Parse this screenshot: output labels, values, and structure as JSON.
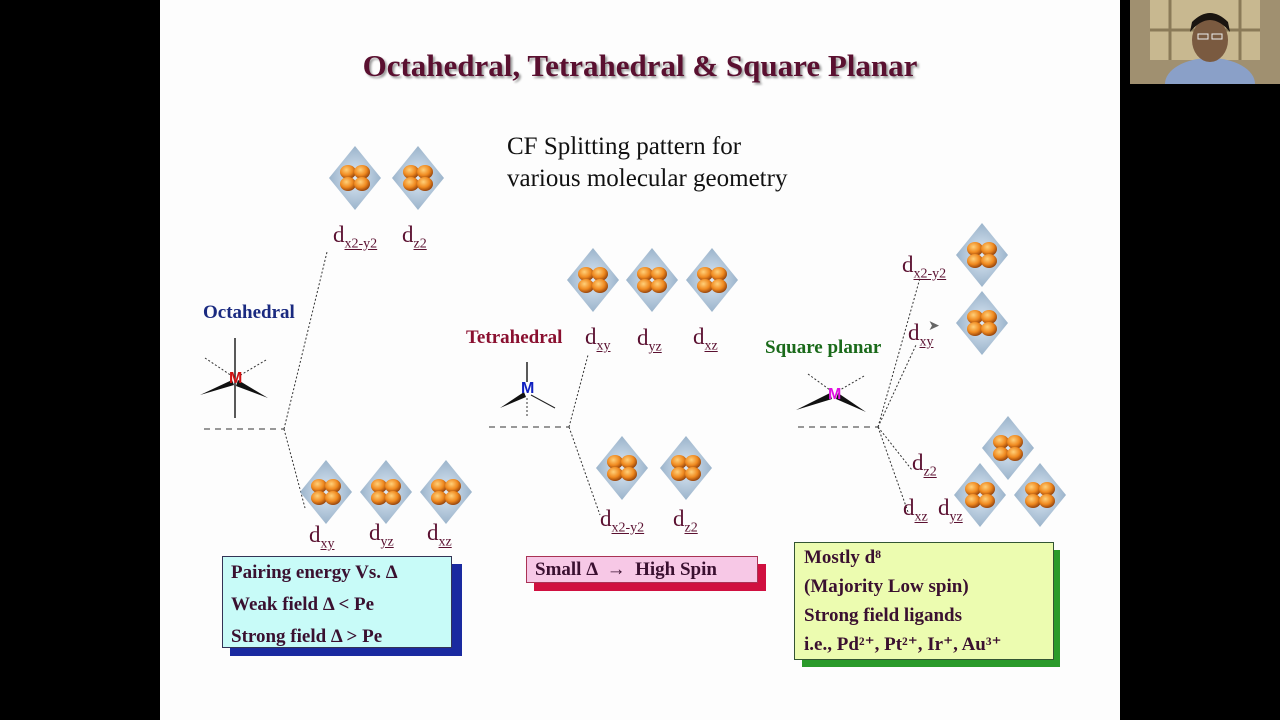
{
  "title": "Octahedral, Tetrahedral & Square Planar",
  "subtitle": [
    "CF Splitting pattern for",
    "various molecular geometry"
  ],
  "geometries": {
    "octahedral": "Octahedral",
    "tetrahedral": "Tetrahedral",
    "square_planar": "Square planar"
  },
  "metal_symbol": "M",
  "orbitals": {
    "oct_upper": [
      {
        "d": "d",
        "sub": "x2-y2"
      },
      {
        "d": "d",
        "sub": "z2"
      }
    ],
    "oct_lower": [
      {
        "d": "d",
        "sub": "xy"
      },
      {
        "d": "d",
        "sub": "yz"
      },
      {
        "d": "d",
        "sub": "xz"
      }
    ],
    "tet_upper": [
      {
        "d": "d",
        "sub": "xy"
      },
      {
        "d": "d",
        "sub": "yz"
      },
      {
        "d": "d",
        "sub": "xz"
      }
    ],
    "tet_lower": [
      {
        "d": "d",
        "sub": "x2-y2"
      },
      {
        "d": "d",
        "sub": "z2"
      }
    ],
    "sq": [
      {
        "d": "d",
        "sub": "x2-y2"
      },
      {
        "d": "d",
        "sub": "xy"
      },
      {
        "d": "d",
        "sub": "z2"
      },
      {
        "d": "d",
        "sub": "xz"
      },
      {
        "d": "d",
        "sub": "yz"
      }
    ]
  },
  "boxes": {
    "pairing": [
      "Pairing energy Vs. Δ",
      "Weak field Δ < Pe",
      "Strong field Δ > Pe"
    ],
    "small": "Small Δ  →  High Spin",
    "mostly": [
      "Mostly d⁸",
      "(Majority Low spin)",
      "Strong field ligands",
      "i.e., Pd²⁺, Pt²⁺, Ir⁺, Au³⁺"
    ]
  },
  "colors": {
    "title": "#5a1030",
    "octahedral": "#1a2a80",
    "tetrahedral": "#8a1030",
    "square_planar": "#1a6a1a",
    "box_cyan": "#c8fbf8",
    "box_pink": "#f7c8e6",
    "box_green": "#ecfcb0"
  }
}
